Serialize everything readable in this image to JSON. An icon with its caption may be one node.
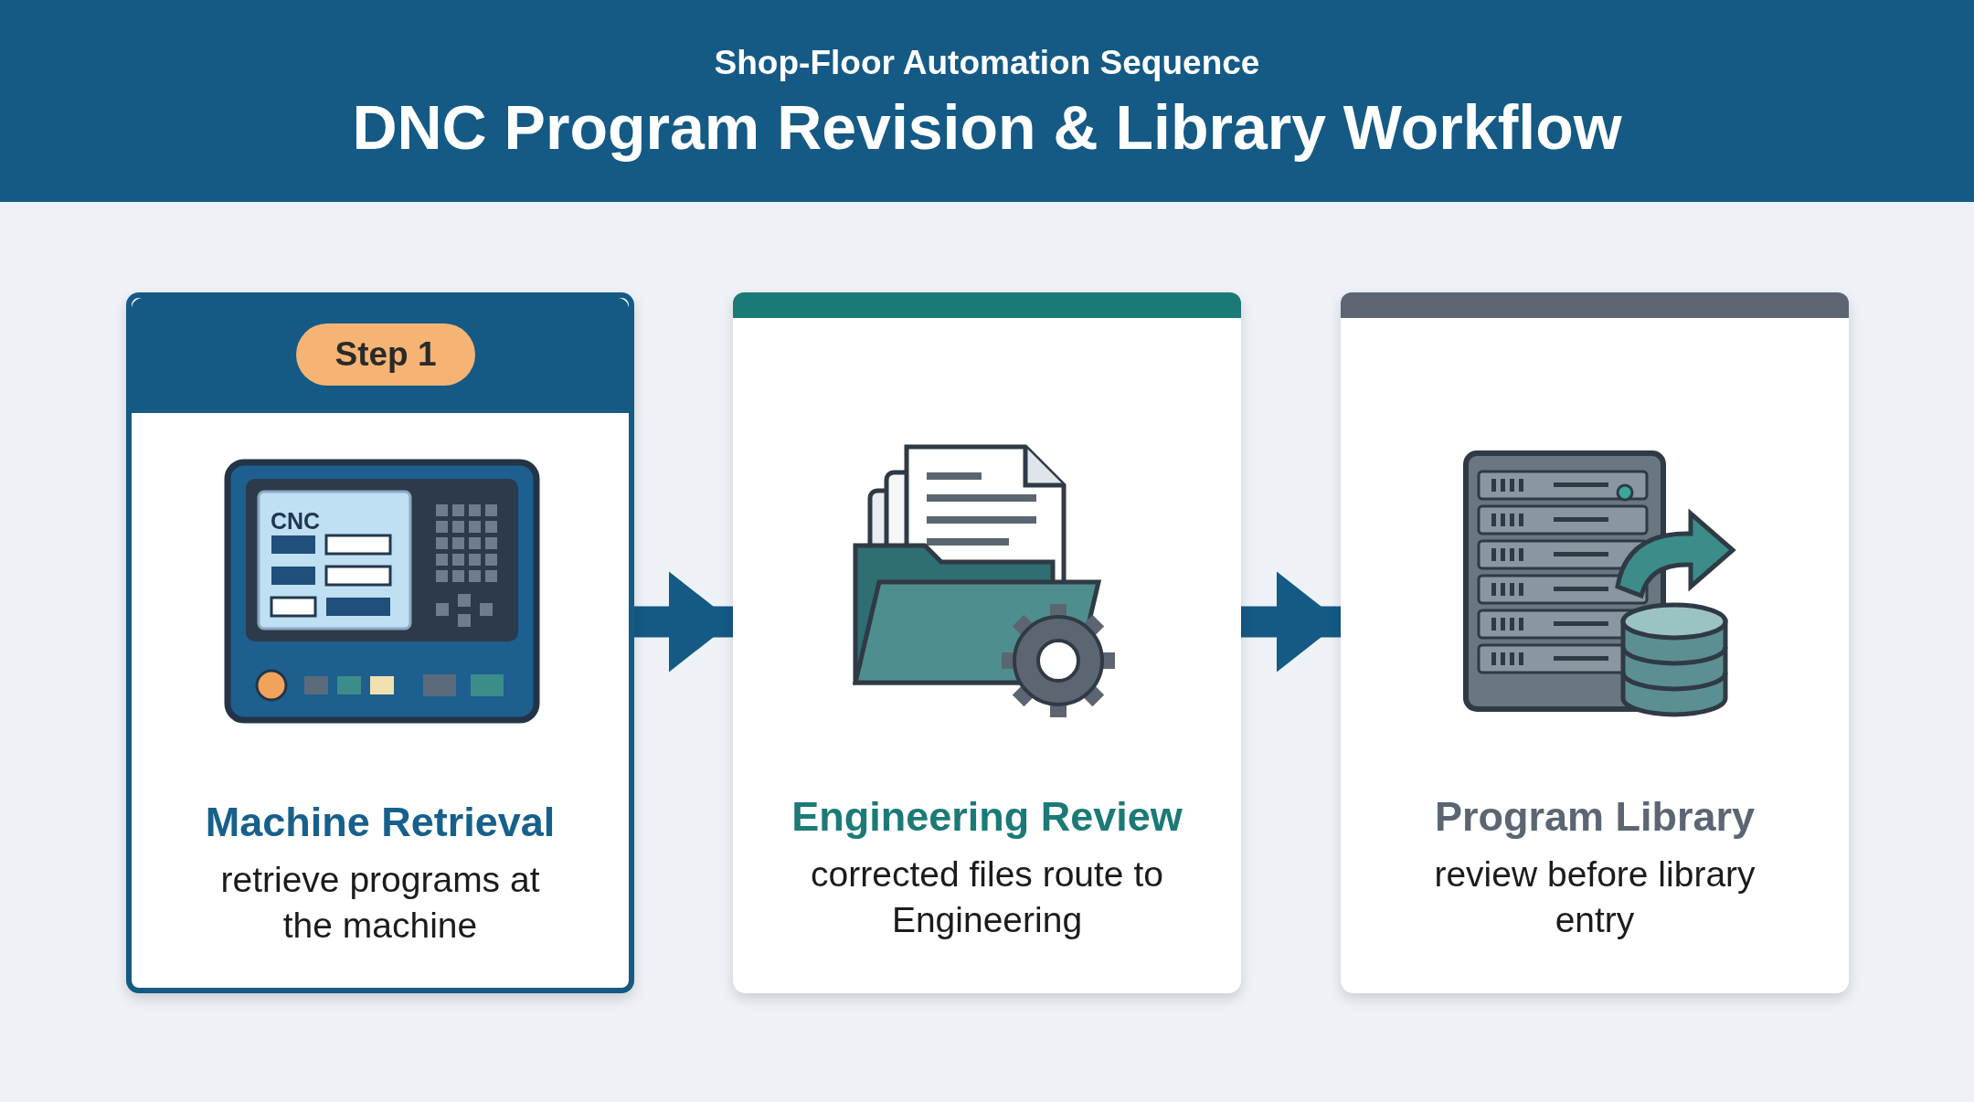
{
  "diagram": {
    "title": "DNC Program Revision & Library Workflow",
    "nodes": [
      {
        "text": [
          "Machine Retrieval",
          "retrieve programs at the machine"
        ]
      },
      {
        "text": [
          "Step 1"
        ],
        "in": 0
      },
      {
        "text": [
          "Engineering Review",
          "corrected files route to Engineering"
        ]
      },
      {
        "text": [
          "Program Library",
          "review before library entry"
        ]
      }
    ],
    "edges": [
      {
        "from": 0,
        "to": 2,
        "arrow": "to"
      },
      {
        "from": 2,
        "to": 3,
        "arrow": "to"
      }
    ],
    "labels": [
      "Shop-Floor Automation Sequence",
      "CNC"
    ]
  }
}
